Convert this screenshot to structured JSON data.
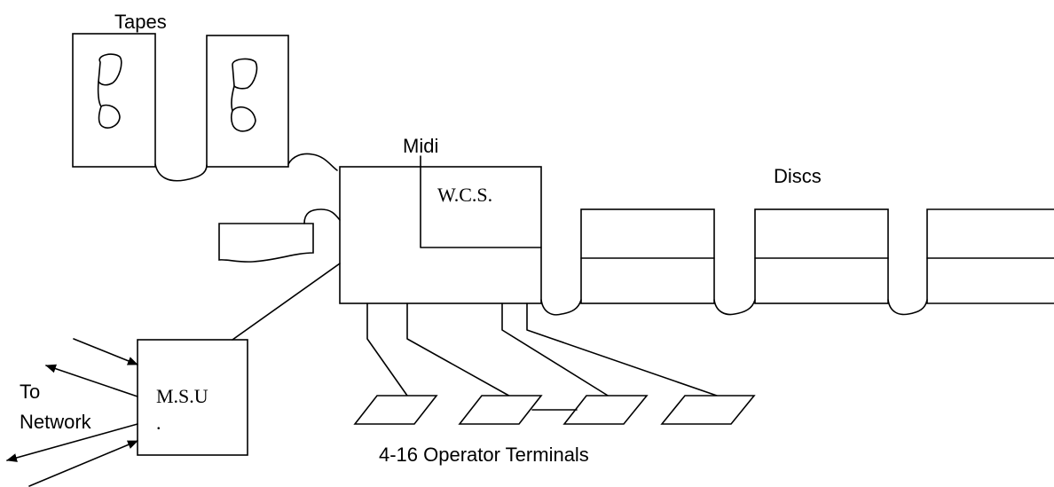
{
  "labels": {
    "tapes": "Tapes",
    "midi": "Midi",
    "wcs": "W.C.S.",
    "discs": "Discs",
    "msu_line1": "M.S.U",
    "msu_line2": ".",
    "to": "To",
    "network": "Network",
    "terminals": "4-16 Operator Terminals"
  },
  "counts": {
    "tape_units": 2,
    "disc_units": 3,
    "operator_terminals": 4,
    "network_links": 4
  }
}
